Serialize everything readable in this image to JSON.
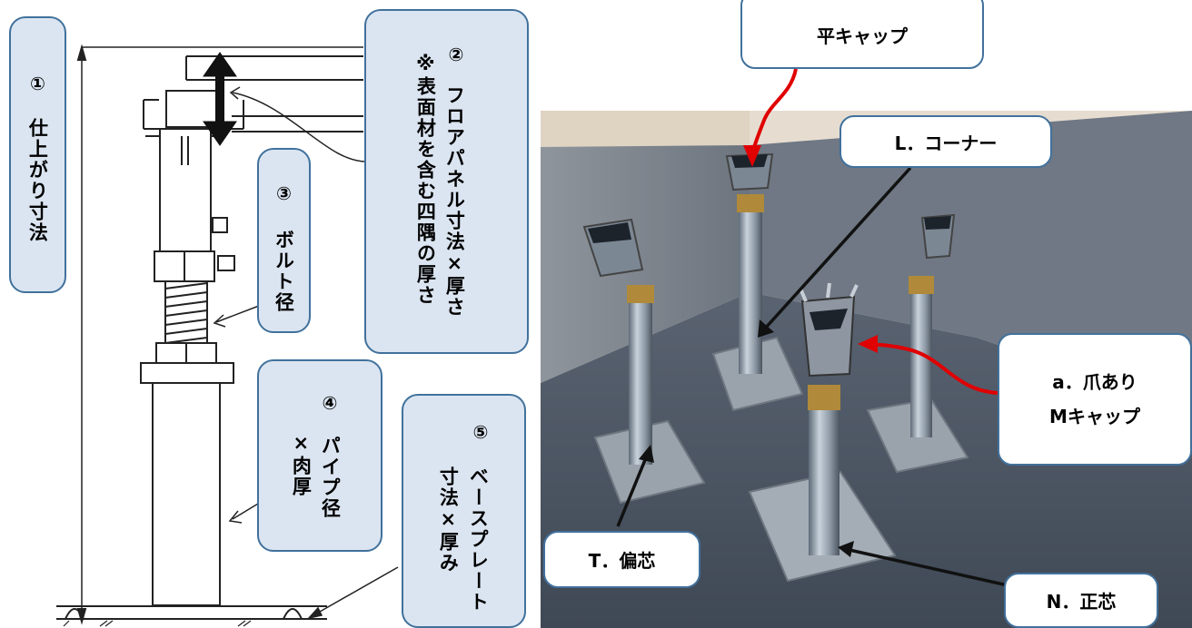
{
  "drawing": {
    "finished_height": {
      "num": "①",
      "label": "仕上がり寸法"
    },
    "panel_size": {
      "num": "②",
      "label": "フロアパネル寸法×厚さ",
      "note": "※表面材を含む四隅の厚さ"
    },
    "bolt": {
      "num": "③",
      "label": "ボルト径"
    },
    "pipe": {
      "num": "④",
      "label": "パイプ径",
      "sub": "×肉厚"
    },
    "base_plate": {
      "num": "⑤",
      "label": "ベースプレート",
      "sub": "寸法×厚み"
    }
  },
  "photo": {
    "flat_cap": "平キャップ",
    "corner": "L．コーナー",
    "claw_cap_line1": "a．爪あり",
    "claw_cap_line2": "Mキャップ",
    "eccentric": "T．偏芯",
    "center": "N．正芯"
  },
  "colors": {
    "callout_fill": "#dbe5f1",
    "callout_border": "#41719c",
    "red_arrow": "#e00000",
    "floor": "#4c5665"
  }
}
